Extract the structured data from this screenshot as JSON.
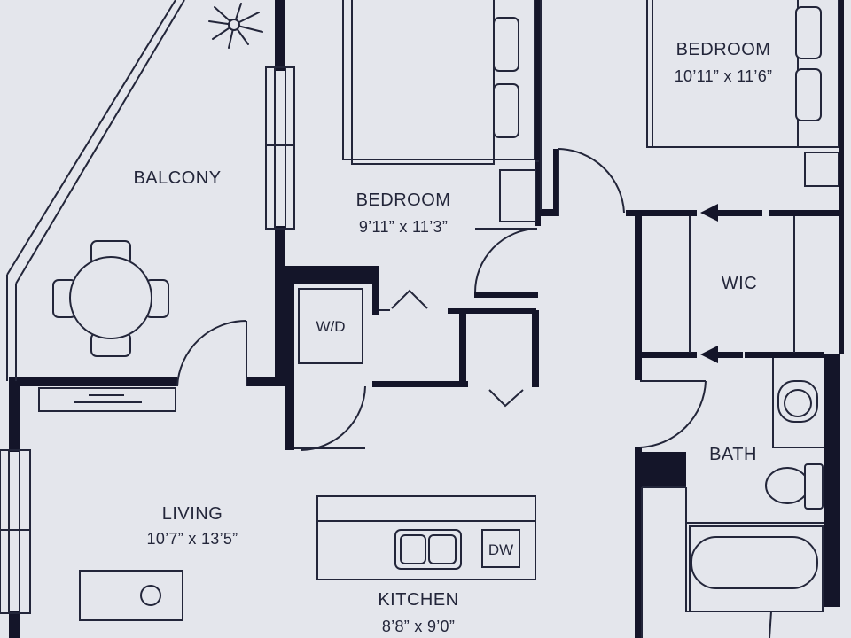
{
  "colors": {
    "background": "#e4e6ec",
    "wall": "#141529",
    "line": "#23263a"
  },
  "rooms": {
    "balcony": {
      "name": "BALCONY"
    },
    "bedroom_1": {
      "name": "BEDROOM",
      "size": "9’11” x 11’3”"
    },
    "bedroom_2": {
      "name": "BEDROOM",
      "size": "10’11” x 11’6”"
    },
    "wic": {
      "name": "WIC"
    },
    "bath": {
      "name": "BATH"
    },
    "living": {
      "name": "LIVING",
      "size": "10’7” x 13’5”"
    },
    "kitchen": {
      "name": "KITCHEN",
      "size": "8’8” x 9’0”"
    }
  },
  "fixtures": {
    "washer_dryer": "W/D",
    "dishwasher": "DW"
  },
  "icons": [
    "plant-icon",
    "dining-table-icon",
    "bed-icon",
    "sink-icon",
    "toilet-icon",
    "bathtub-icon",
    "fireplace-icon",
    "closet-arrow-icon"
  ]
}
